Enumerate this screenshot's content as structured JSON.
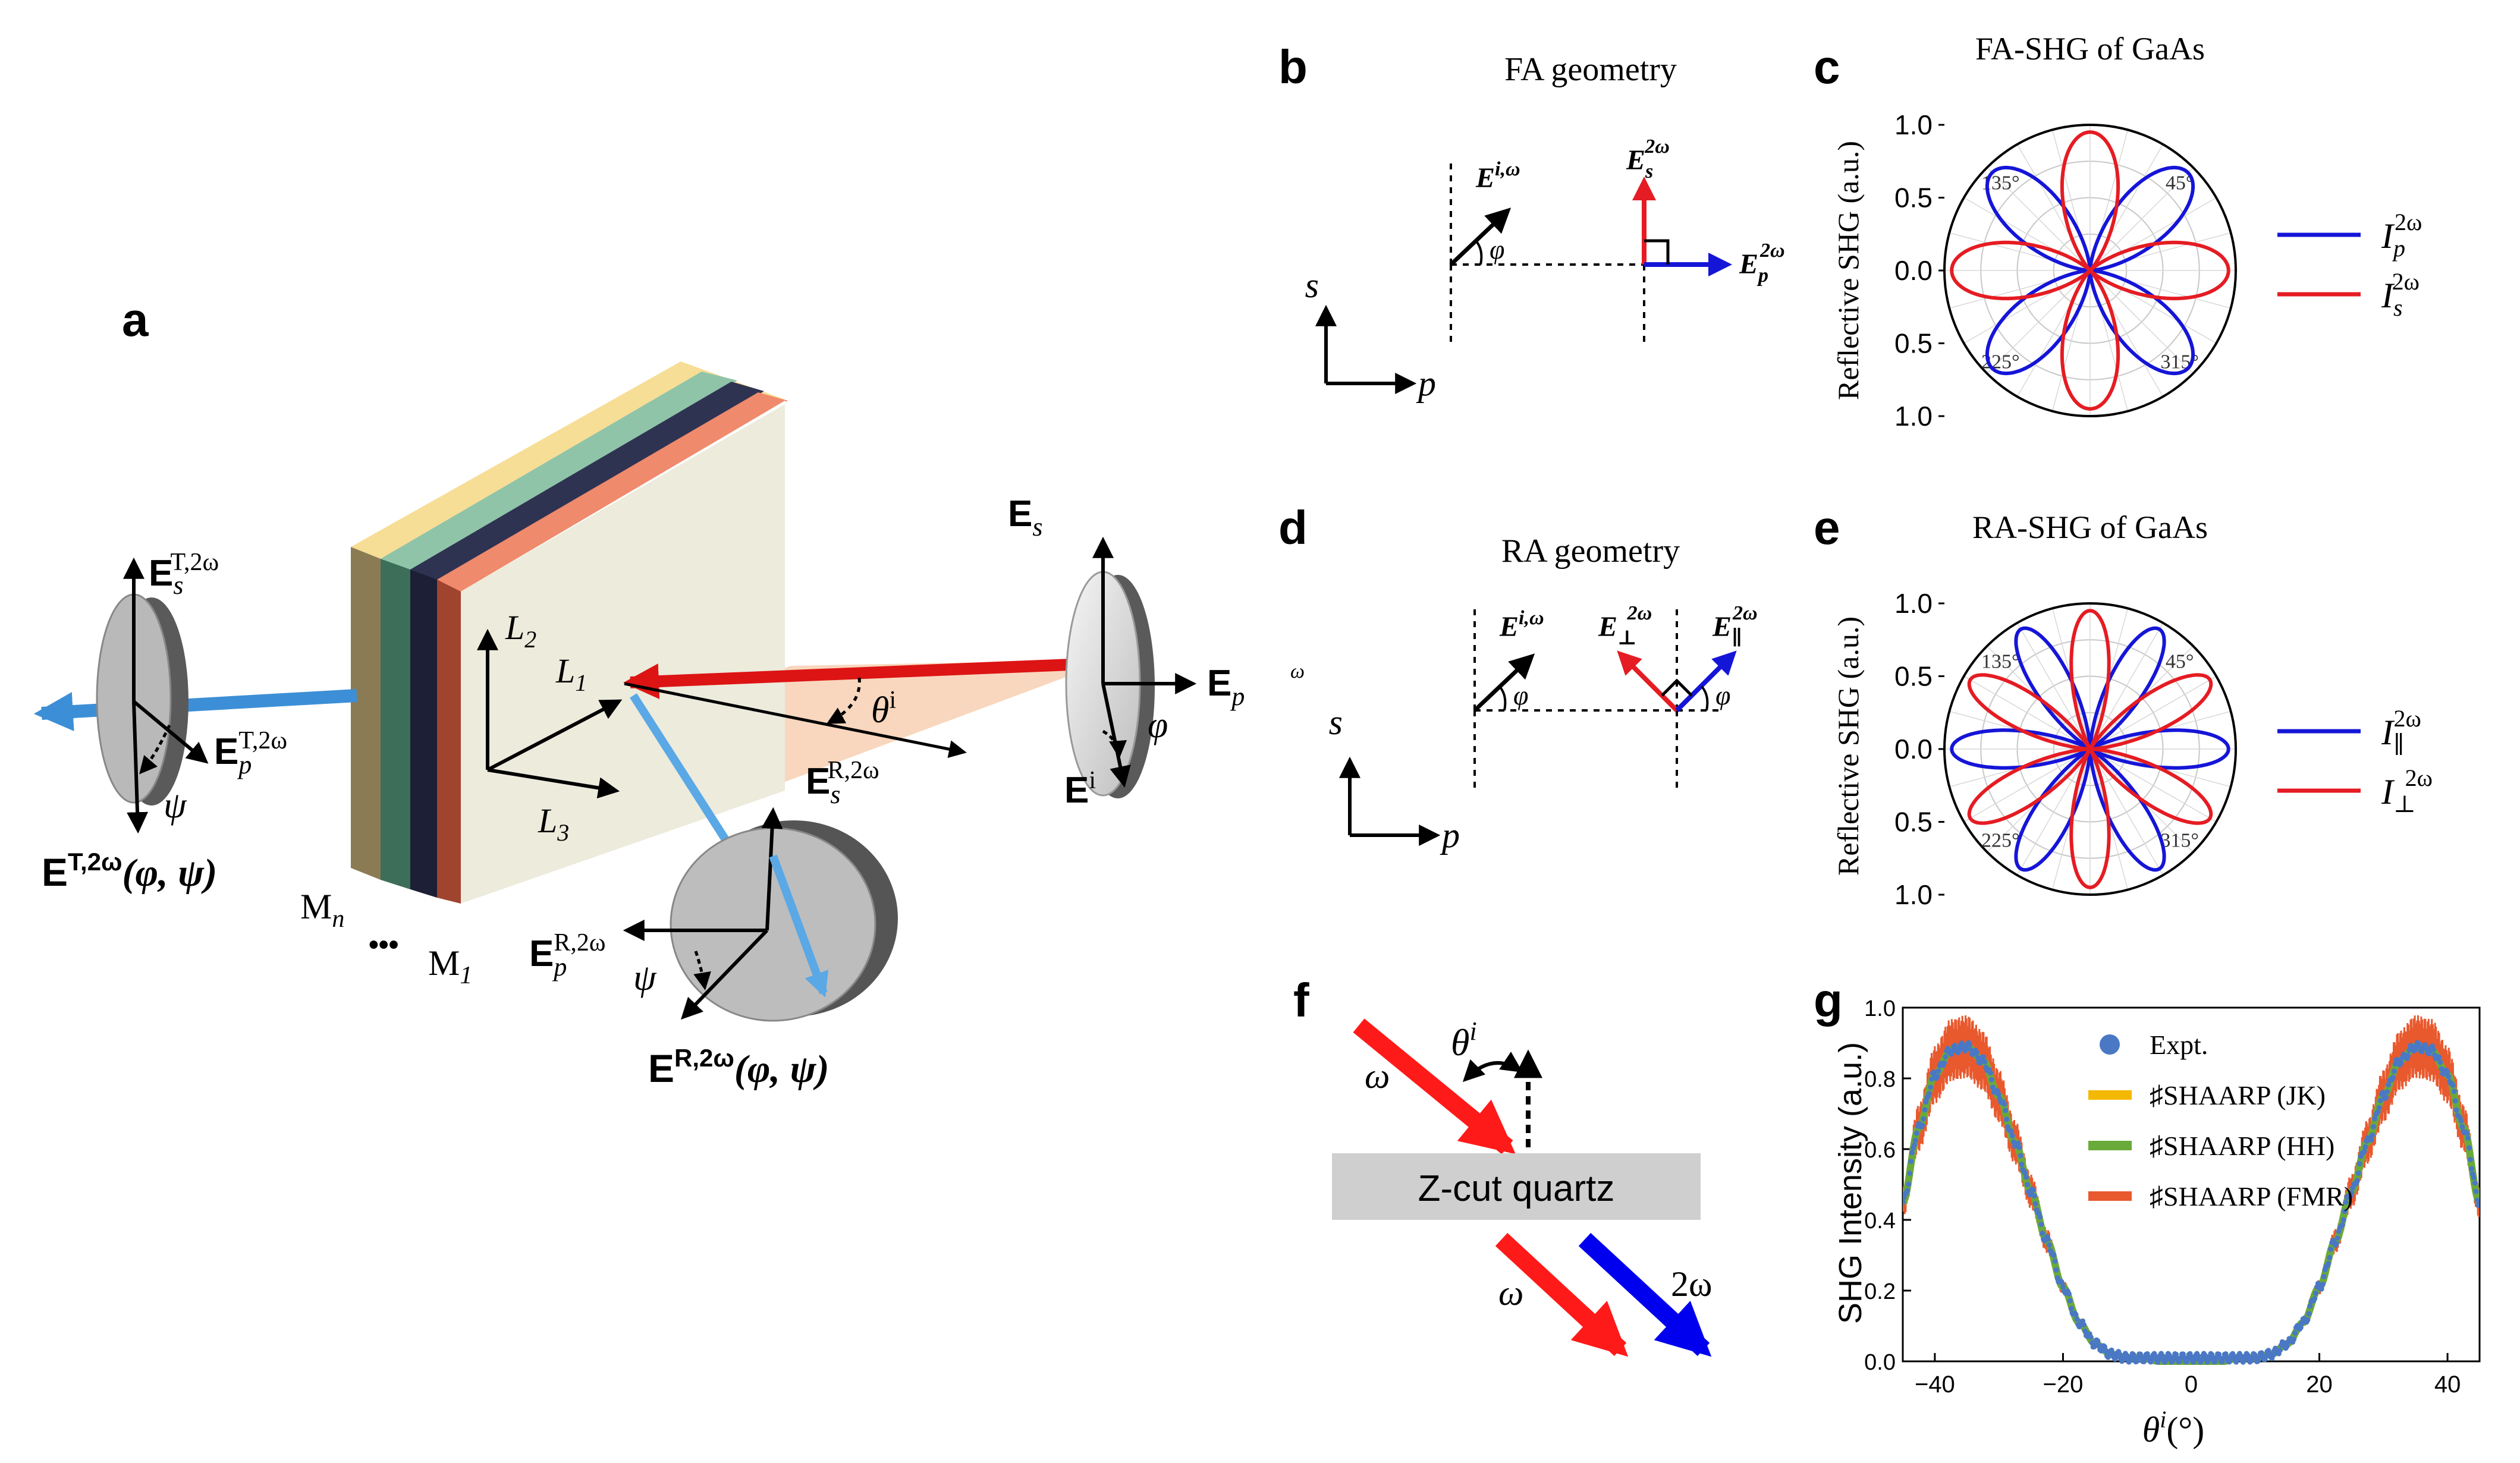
{
  "panels": {
    "a": {
      "letter": "a",
      "labels": {
        "Es": "E",
        "Es_sub": "s",
        "Ep": "E",
        "Ep_sub": "p",
        "Ei": "E",
        "Ei_sup": "i",
        "phi": "φ",
        "psi": "ψ",
        "theta": "θ",
        "theta_sup": "i",
        "L1": "L",
        "L1_sub": "1",
        "L2": "L",
        "L2_sub": "2",
        "L3": "L",
        "L3_sub": "3",
        "EsT": "E",
        "EsT_sub": "s",
        "EsT_sup": "T,2ω",
        "EpT": "E",
        "EpT_sub": "p",
        "EpT_sup": "T,2ω",
        "ET": "E",
        "ET_sup": "T,2ω",
        "ET_args": "(φ, ψ)",
        "EsR": "E",
        "EsR_sub": "s",
        "EsR_sup": "R,2ω",
        "EpR": "E",
        "EpR_sub": "p",
        "EpR_sup": "R,2ω",
        "ER": "E",
        "ER_sup": "R,2ω",
        "ER_args": "(φ, ψ)",
        "Mn": "M",
        "Mn_sub": "n",
        "dots": "•••",
        "M1": "M",
        "M1_sub": "1"
      },
      "layer_colors": [
        "#f6de96",
        "#8fc4a8",
        "#2f3352",
        "#f08a6c",
        "#ecebdc"
      ]
    },
    "b": {
      "letter": "b",
      "title": "FA geometry",
      "axis_s": "s",
      "axis_p": "p",
      "Ei": "E",
      "Ei_sup": "i,ω",
      "phi": "φ",
      "Es2w": "E",
      "Es2w_sub": "s",
      "Es2w_sup": "2ω",
      "Ep2w": "E",
      "Ep2w_sub": "p",
      "Ep2w_sup": "2ω"
    },
    "c": {
      "letter": "c",
      "title": "FA-SHG of GaAs",
      "ylabel": "Reflective SHG (a.u.)",
      "legend": [
        {
          "base": "I",
          "sub": "p",
          "sup": "2ω",
          "color": "#1515d8"
        },
        {
          "base": "I",
          "sub": "s",
          "sup": "2ω",
          "color": "#e51c23"
        }
      ]
    },
    "d": {
      "letter": "d",
      "title": "RA geometry",
      "axis_s": "s",
      "axis_p": "p",
      "stray": "ω",
      "Ei": "E",
      "Ei_sup": "i,ω",
      "phi": "φ",
      "Eperp": "E",
      "Eperp_sub": "⊥",
      "Eperp_sup": "2ω",
      "Epar": "E",
      "Epar_sub": "∥",
      "Epar_sup": "2ω"
    },
    "e": {
      "letter": "e",
      "title": "RA-SHG of GaAs",
      "ylabel": "Reflective SHG (a.u.)",
      "legend": [
        {
          "base": "I",
          "sub": "∥",
          "sup": "2ω",
          "color": "#1515d8"
        },
        {
          "base": "I",
          "sub": "⊥",
          "sup": "2ω",
          "color": "#e51c23"
        }
      ]
    },
    "f": {
      "letter": "f",
      "crystal": "Z-cut quartz",
      "omega_in": "ω",
      "omega_out": "ω",
      "two_omega": "2ω",
      "theta": "θ",
      "theta_sup": "i"
    },
    "g": {
      "letter": "g",
      "ylabel": "SHG Intensity (a.u.)",
      "xlabel": "θ",
      "xlabel_sup": "i",
      "xlabel_unit": "(°)",
      "legend": [
        {
          "label": "Expt.",
          "color": "#4a78c4",
          "kind": "dot"
        },
        {
          "label": "♯SHAARP (JK)",
          "color": "#f5b800",
          "kind": "line"
        },
        {
          "label": "♯SHAARP (HH)",
          "color": "#6aaa3a",
          "kind": "line"
        },
        {
          "label": "♯SHAARP (FMR)",
          "color": "#e8592e",
          "kind": "line"
        }
      ]
    }
  },
  "chart_data": [
    {
      "type": "polar",
      "title": "FA-SHG of GaAs",
      "ylabel": "Reflective SHG (a.u.)",
      "radial_ticks": [
        "1.0",
        "0.5",
        "0.0",
        "0.5",
        "1.0"
      ],
      "angle_ticks": [
        "45°",
        "135°",
        "225°",
        "315°"
      ],
      "series": [
        {
          "name": "I_p^2ω",
          "color": "#1515d8",
          "model": "sin^2(2φ)",
          "peaks_deg": [
            45,
            135,
            225,
            315
          ],
          "max": 0.95
        },
        {
          "name": "I_s^2ω",
          "color": "#e51c23",
          "model": "cos^2(2φ)",
          "peaks_deg": [
            0,
            90,
            180,
            270
          ],
          "max": 0.95
        }
      ]
    },
    {
      "type": "polar",
      "title": "RA-SHG of GaAs",
      "ylabel": "Reflective SHG (a.u.)",
      "radial_ticks": [
        "1.0",
        "0.5",
        "0.0",
        "0.5",
        "1.0"
      ],
      "angle_ticks": [
        "45°",
        "135°",
        "225°",
        "315°"
      ],
      "series": [
        {
          "name": "I_∥^2ω",
          "color": "#1515d8",
          "model": "cos^2(3φ)",
          "peaks_deg": [
            0,
            60,
            120,
            180,
            240,
            300
          ],
          "max": 0.95
        },
        {
          "name": "I_⊥^2ω",
          "color": "#e51c23",
          "model": "sin^2(3φ)",
          "peaks_deg": [
            30,
            90,
            150,
            210,
            270,
            330
          ],
          "max": 0.95
        }
      ]
    },
    {
      "type": "line",
      "xlabel": "θ^i (°)",
      "ylabel": "SHG Intensity (a.u.)",
      "xlim": [
        -45,
        45
      ],
      "ylim": [
        0,
        1.0
      ],
      "xticks": [
        -40,
        -20,
        0,
        20,
        40
      ],
      "yticks": [
        0.0,
        0.2,
        0.4,
        0.6,
        0.8,
        1.0
      ],
      "grid": false,
      "legend_position": "top-center",
      "x": [
        -45,
        -42.5,
        -40,
        -37.5,
        -35,
        -32.5,
        -30,
        -27.5,
        -25,
        -22.5,
        -20,
        -17.5,
        -15,
        -12.5,
        -10,
        -7.5,
        -5,
        -2.5,
        0,
        2.5,
        5,
        7.5,
        10,
        12.5,
        15,
        17.5,
        20,
        22.5,
        25,
        27.5,
        30,
        32.5,
        35,
        37.5,
        40,
        42.5,
        45
      ],
      "series": [
        {
          "name": "Expt.",
          "values": [
            0.45,
            0.66,
            0.81,
            0.88,
            0.89,
            0.85,
            0.75,
            0.62,
            0.48,
            0.34,
            0.21,
            0.11,
            0.05,
            0.02,
            0.01,
            0.01,
            0.01,
            0.01,
            0.01,
            0.01,
            0.01,
            0.01,
            0.01,
            0.02,
            0.05,
            0.11,
            0.21,
            0.34,
            0.48,
            0.62,
            0.75,
            0.85,
            0.89,
            0.88,
            0.81,
            0.66,
            0.45
          ]
        },
        {
          "name": "♯SHAARP (JK)",
          "values": [
            0.45,
            0.66,
            0.81,
            0.88,
            0.89,
            0.85,
            0.75,
            0.62,
            0.48,
            0.34,
            0.21,
            0.11,
            0.05,
            0.02,
            0.01,
            0.01,
            0.0,
            0.0,
            0.0,
            0.0,
            0.0,
            0.01,
            0.01,
            0.02,
            0.05,
            0.11,
            0.21,
            0.34,
            0.48,
            0.62,
            0.75,
            0.85,
            0.89,
            0.88,
            0.81,
            0.66,
            0.45
          ]
        },
        {
          "name": "♯SHAARP (HH)",
          "values": [
            0.45,
            0.66,
            0.81,
            0.88,
            0.89,
            0.85,
            0.75,
            0.62,
            0.48,
            0.34,
            0.21,
            0.11,
            0.05,
            0.02,
            0.01,
            0.01,
            0.0,
            0.0,
            0.0,
            0.0,
            0.0,
            0.01,
            0.01,
            0.02,
            0.05,
            0.11,
            0.21,
            0.34,
            0.48,
            0.62,
            0.75,
            0.85,
            0.89,
            0.88,
            0.81,
            0.66,
            0.45
          ]
        },
        {
          "name": "♯SHAARP (FMR)",
          "values": [
            0.45,
            0.66,
            0.81,
            0.88,
            0.89,
            0.85,
            0.75,
            0.62,
            0.48,
            0.34,
            0.21,
            0.11,
            0.05,
            0.02,
            0.01,
            0.01,
            0.0,
            0.0,
            0.0,
            0.0,
            0.0,
            0.01,
            0.01,
            0.02,
            0.05,
            0.11,
            0.21,
            0.34,
            0.48,
            0.62,
            0.75,
            0.85,
            0.89,
            0.88,
            0.81,
            0.66,
            0.45
          ]
        }
      ],
      "fmr_oscillation_amplitude": 0.1
    }
  ]
}
